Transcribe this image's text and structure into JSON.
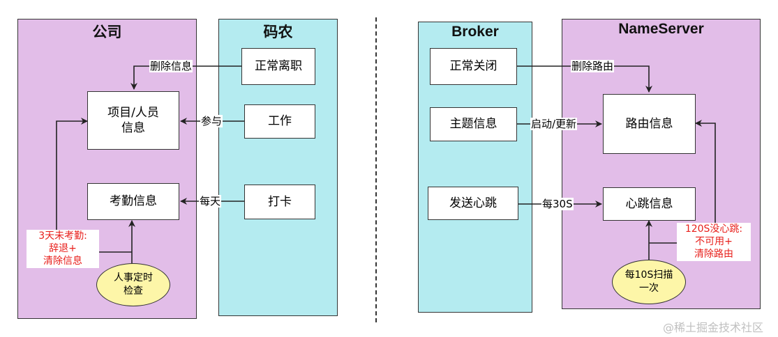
{
  "left": {
    "company": {
      "title": "公司",
      "project_box": "项目/人员\n信息",
      "attendance_box": "考勤信息",
      "hr_check": "人事定时\n检查",
      "absence_label": "3天未考勤:\n辞退+\n清除信息"
    },
    "coder": {
      "title": "码农",
      "resign_box": "正常离职",
      "work_box": "工作",
      "clockin_box": "打卡"
    },
    "edges": {
      "delete_info": "删除信息",
      "participate": "参与",
      "daily": "每天"
    }
  },
  "right": {
    "broker": {
      "title": "Broker",
      "shutdown_box": "正常关闭",
      "topic_box": "主题信息",
      "heartbeat_box": "发送心跳"
    },
    "nameserver": {
      "title": "NameServer",
      "route_box": "路由信息",
      "heartbeat_info_box": "心跳信息",
      "scan": "每10S扫描\n一次",
      "timeout_label": "120S没心跳:\n不可用+\n清除路由"
    },
    "edges": {
      "delete_route": "删除路由",
      "start_update": "启动/更新",
      "every_30s": "每30S"
    }
  },
  "watermark": "@稀土掘金技术社区",
  "colors": {
    "company_panel": "#e2bde8",
    "coder_panel": "#b4ebf0",
    "ellipse_fill": "#fdf6a8",
    "warning_text": "#e8201c"
  }
}
